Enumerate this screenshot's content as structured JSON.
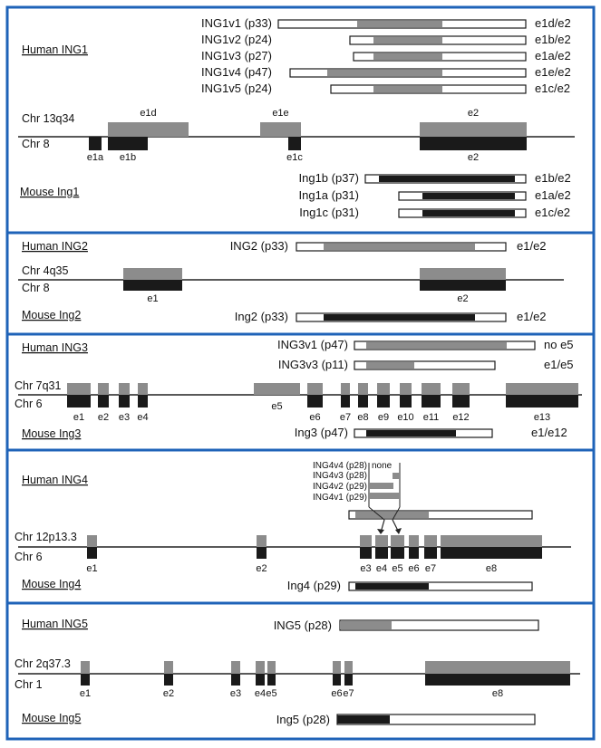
{
  "colors": {
    "frame": "#1f63b8",
    "human_exon": "#8c8c8c",
    "mouse_exon": "#1a1a1a",
    "protein_outline": "#1a1a1a"
  },
  "panels": [
    {
      "id": "ing1",
      "human": {
        "label": "Human ING1",
        "chr": "Chr 13q34",
        "exons": [
          {
            "label": "e1d",
            "start": 119,
            "end": 208
          },
          {
            "label": "e1e",
            "start": 287,
            "end": 332
          },
          {
            "label": "e2",
            "start": 463,
            "end": 581
          }
        ],
        "variants": [
          {
            "label": "ING1v1 (p33)",
            "start": 307,
            "end": 580,
            "fill_start": 394,
            "fill_end": 488,
            "exons": "e1d/e2"
          },
          {
            "label": "ING1v2 (p24)",
            "start": 386,
            "end": 580,
            "fill_start": 412,
            "fill_end": 488,
            "exons": "e1b/e2"
          },
          {
            "label": "ING1v3 (p27)",
            "start": 390,
            "end": 580,
            "fill_start": 412,
            "fill_end": 488,
            "exons": "e1a/e2"
          },
          {
            "label": "ING1v4 (p47)",
            "start": 320,
            "end": 580,
            "fill_start": 361,
            "fill_end": 488,
            "exons": "e1e/e2"
          },
          {
            "label": "ING1v5 (p24)",
            "start": 365,
            "end": 580,
            "fill_start": 412,
            "fill_end": 488,
            "exons": "e1c/e2"
          }
        ]
      },
      "mouse": {
        "label": "Mouse Ing1",
        "chr": "Chr 8",
        "exons": [
          {
            "label": "e1a",
            "start": 98,
            "end": 112
          },
          {
            "label": "e1b",
            "start": 119,
            "end": 163
          },
          {
            "label": "e1c",
            "start": 318,
            "end": 332
          },
          {
            "label": "e2",
            "start": 463,
            "end": 581
          }
        ],
        "variants": [
          {
            "label": "Ing1b (p37)",
            "start": 403,
            "end": 580,
            "fill_start": 418,
            "fill_end": 568,
            "exons": "e1b/e2"
          },
          {
            "label": "Ing1a (p31)",
            "start": 440,
            "end": 580,
            "fill_start": 466,
            "fill_end": 568,
            "exons": "e1a/e2"
          },
          {
            "label": "Ing1c (p31)",
            "start": 440,
            "end": 580,
            "fill_start": 466,
            "fill_end": 568,
            "exons": "e1c/e2"
          }
        ]
      }
    },
    {
      "id": "ing2",
      "human": {
        "label": "Human ING2",
        "chr": "Chr 4q35",
        "exons": [
          {
            "label": "e1",
            "start": 136,
            "end": 201
          },
          {
            "label": "e2",
            "start": 463,
            "end": 558
          }
        ],
        "variants": [
          {
            "label": "ING2 (p33)",
            "start": 327,
            "end": 558,
            "fill_start": 357,
            "fill_end": 524,
            "exons": "e1/e2"
          }
        ]
      },
      "mouse": {
        "label": "Mouse Ing2",
        "chr": "Chr 8",
        "exons": [
          {
            "label": "e1",
            "start": 136,
            "end": 201
          },
          {
            "label": "e2",
            "start": 463,
            "end": 558
          }
        ],
        "variants": [
          {
            "label": "Ing2 (p33)",
            "start": 327,
            "end": 558,
            "fill_start": 357,
            "fill_end": 524,
            "exons": "e1/e2"
          }
        ]
      }
    },
    {
      "id": "ing3",
      "human": {
        "label": "Human ING3",
        "chr": "Chr 7q31",
        "exons": [
          {
            "label": "e1",
            "start": 74,
            "end": 100
          },
          {
            "label": "e2",
            "start": 108,
            "end": 120
          },
          {
            "label": "e3",
            "start": 131,
            "end": 143
          },
          {
            "label": "e4",
            "start": 152,
            "end": 163
          },
          {
            "label": "e5",
            "start": 280,
            "end": 331
          },
          {
            "label": "e6",
            "start": 339,
            "end": 356
          },
          {
            "label": "e7",
            "start": 376,
            "end": 386
          },
          {
            "label": "e8",
            "start": 395,
            "end": 406
          },
          {
            "label": "e9",
            "start": 416,
            "end": 430
          },
          {
            "label": "e10",
            "start": 441,
            "end": 454
          },
          {
            "label": "e11",
            "start": 465,
            "end": 486
          },
          {
            "label": "e12",
            "start": 499,
            "end": 518
          },
          {
            "label": "e13",
            "start": 558,
            "end": 638
          }
        ],
        "variants": [
          {
            "label": "ING3v1 (p47)",
            "start": 391,
            "end": 590,
            "fill_start": 404,
            "fill_end": 559,
            "exons": "no e5"
          },
          {
            "label": "ING3v3 (p11)",
            "start": 391,
            "end": 546,
            "fill_start": 404,
            "fill_end": 457,
            "exons": "e1/e5"
          }
        ]
      },
      "mouse": {
        "label": "Mouse Ing3",
        "chr": "Chr 6",
        "exons": [
          {
            "label": "e1",
            "start": 74,
            "end": 100
          },
          {
            "label": "e2",
            "start": 108,
            "end": 120
          },
          {
            "label": "e3",
            "start": 131,
            "end": 143
          },
          {
            "label": "e4",
            "start": 152,
            "end": 163
          },
          {
            "label": "e6",
            "start": 339,
            "end": 356
          },
          {
            "label": "e7",
            "start": 376,
            "end": 386
          },
          {
            "label": "e8",
            "start": 395,
            "end": 406
          },
          {
            "label": "e9",
            "start": 416,
            "end": 430
          },
          {
            "label": "e10",
            "start": 441,
            "end": 454
          },
          {
            "label": "e11",
            "start": 465,
            "end": 486
          },
          {
            "label": "e12",
            "start": 499,
            "end": 518
          },
          {
            "label": "e13",
            "start": 558,
            "end": 638
          }
        ],
        "variants": [
          {
            "label": "Ing3 (p47)",
            "start": 391,
            "end": 543,
            "fill_start": 404,
            "fill_end": 503,
            "exons": "e1/e12"
          }
        ]
      }
    },
    {
      "id": "ing4",
      "human": {
        "label": "Human ING4",
        "chr": "Chr 12p13.3",
        "exons": [
          {
            "label": "e1",
            "start": 96,
            "end": 107
          },
          {
            "label": "e2",
            "start": 283,
            "end": 294
          },
          {
            "label": "e3",
            "start": 397,
            "end": 410
          },
          {
            "label": "e4",
            "start": 414,
            "end": 428
          },
          {
            "label": "e5",
            "start": 431,
            "end": 446
          },
          {
            "label": "e6",
            "start": 451,
            "end": 462
          },
          {
            "label": "e7",
            "start": 468,
            "end": 482
          },
          {
            "label": "e8",
            "start": 486,
            "end": 598
          }
        ],
        "variants": [
          {
            "label": "",
            "start": 385,
            "end": 587,
            "fill_start": 392,
            "fill_end": 473,
            "exons": ""
          }
        ],
        "isoforms": [
          {
            "label": "ING4v4 (p28)",
            "exons": "none"
          },
          {
            "label": "ING4v3 (p28)"
          },
          {
            "label": "ING4v2 (p29)"
          },
          {
            "label": "ING4v1 (p29)"
          }
        ]
      },
      "mouse": {
        "label": "Mouse Ing4",
        "chr": "Chr 6",
        "exons": [
          {
            "label": "e1",
            "start": 96,
            "end": 107
          },
          {
            "label": "e2",
            "start": 283,
            "end": 294
          },
          {
            "label": "e3",
            "start": 397,
            "end": 410
          },
          {
            "label": "e4",
            "start": 414,
            "end": 428
          },
          {
            "label": "e5",
            "start": 431,
            "end": 446
          },
          {
            "label": "e6",
            "start": 451,
            "end": 462
          },
          {
            "label": "e7",
            "start": 468,
            "end": 482
          },
          {
            "label": "e8",
            "start": 486,
            "end": 598
          }
        ],
        "variants": [
          {
            "label": "Ing4 (p29)",
            "start": 385,
            "end": 587,
            "fill_start": 392,
            "fill_end": 473,
            "exons": ""
          }
        ]
      }
    },
    {
      "id": "ing5",
      "human": {
        "label": "Human ING5",
        "chr": "Chr 2q37.3",
        "exons": [
          {
            "label": "e1",
            "start": 89,
            "end": 99
          },
          {
            "label": "e2",
            "start": 181,
            "end": 191
          },
          {
            "label": "e3",
            "start": 255,
            "end": 265
          },
          {
            "label": "e4",
            "start": 282,
            "end": 292
          },
          {
            "label": "e5",
            "start": 295,
            "end": 304
          },
          {
            "label": "e6",
            "start": 367,
            "end": 376
          },
          {
            "label": "e7",
            "start": 380,
            "end": 389
          },
          {
            "label": "e8",
            "start": 469,
            "end": 629
          }
        ],
        "variants": [
          {
            "label": "ING5 (p28)",
            "start": 375,
            "end": 594,
            "fill_start": 375,
            "fill_end": 432,
            "exons": ""
          }
        ]
      },
      "mouse": {
        "label": "Mouse Ing5",
        "chr": "Chr 1",
        "exons": [
          {
            "label": "e1",
            "start": 89,
            "end": 99
          },
          {
            "label": "e2",
            "start": 181,
            "end": 191
          },
          {
            "label": "e3",
            "start": 255,
            "end": 265
          },
          {
            "label": "e4",
            "start": 282,
            "end": 292
          },
          {
            "label": "e5",
            "start": 295,
            "end": 304
          },
          {
            "label": "e6",
            "start": 367,
            "end": 376
          },
          {
            "label": "e7",
            "start": 380,
            "end": 389
          },
          {
            "label": "e8",
            "start": 469,
            "end": 629
          }
        ],
        "variants": [
          {
            "label": "Ing5 (p28)",
            "start": 372,
            "end": 590,
            "fill_start": 372,
            "fill_end": 430,
            "exons": ""
          }
        ]
      }
    }
  ]
}
